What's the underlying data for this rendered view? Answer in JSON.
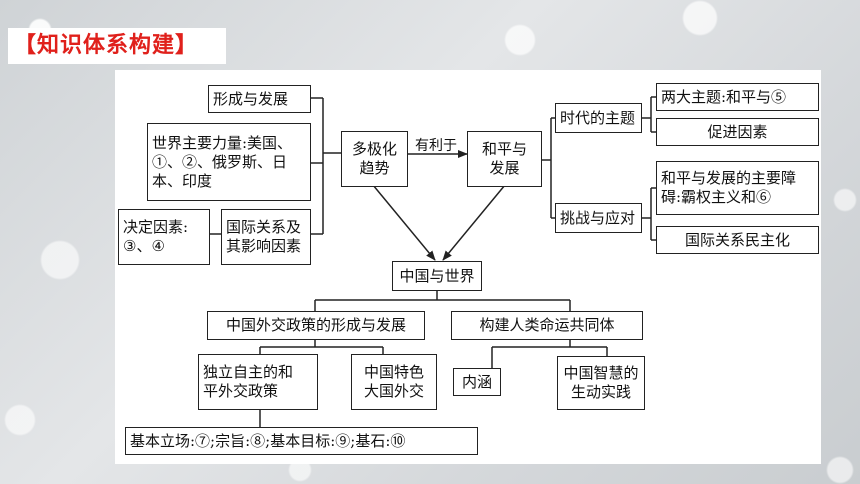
{
  "title": "【知识体系构建】",
  "nodes": {
    "formation": "形成与发展",
    "forces": "世界主要力量:美国、\n①、②、俄罗斯、日\n本、印度",
    "decisive": "决定因素:\n③、④",
    "intl_relations": "国际关系及\n其影响因素",
    "multipolar": "多极化\n趋势",
    "edge_label": "有利于",
    "peace_dev": "和平与\n发展",
    "era_theme": "时代的主题",
    "two_themes": "两大主题:和平与⑤",
    "promote": "促进因素",
    "challenge": "挑战与应对",
    "obstacle": "和平与发展的主要障\n碍:霸权主义和⑥",
    "democratize": "国际关系民主化",
    "china_world": "中国与世界",
    "diplomacy": "中国外交政策的形成与发展",
    "community": "构建人类命运共同体",
    "independent": "独立自主的和\n平外交政策",
    "major_power": "中国特色\n大国外交",
    "connotation": "内涵",
    "wisdom": "中国智慧的\n生动实践",
    "basics": "基本立场:⑦;宗旨:⑧;基本目标:⑨;基石:⑩"
  }
}
